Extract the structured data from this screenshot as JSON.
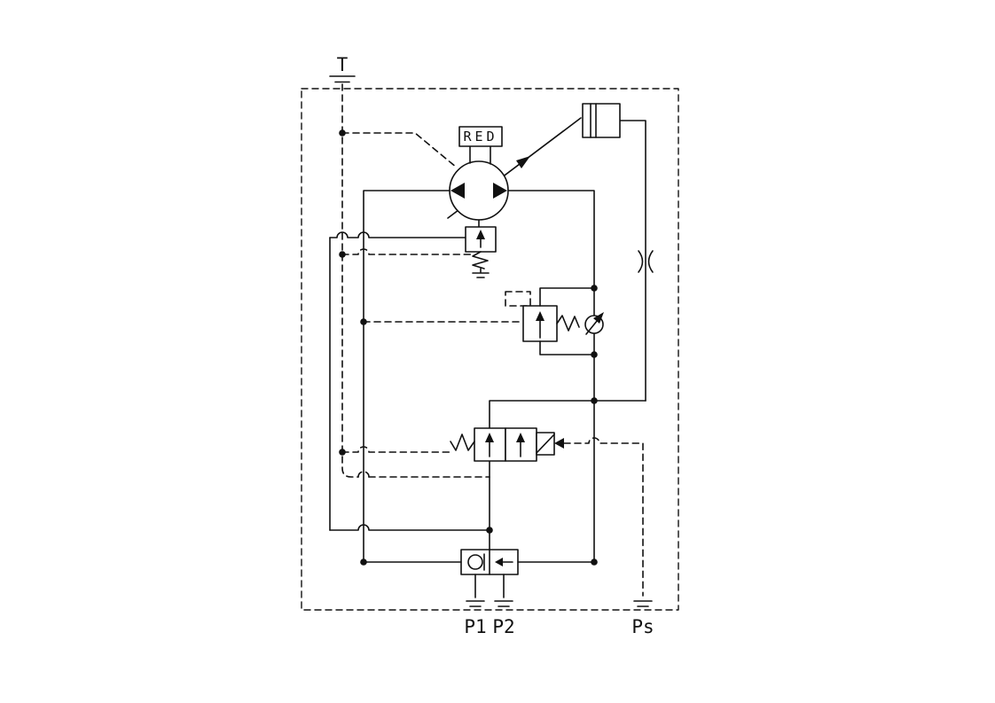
{
  "diagram": {
    "labels": {
      "tank_port": "T",
      "pump_control": "RED",
      "port_p1": "P1",
      "port_p2": "P2",
      "port_ps": "Ps"
    },
    "colors": {
      "line": "#111111",
      "background": "#ffffff"
    },
    "components": [
      "variable-displacement-pump",
      "stroking-cylinder",
      "fixed-orifice",
      "pressure-reducing-valve",
      "pilot-relief-valve",
      "check-valve",
      "solenoid-directional-valve",
      "shuttle-check-valve",
      "tank-port",
      "pilot-port"
    ]
  }
}
